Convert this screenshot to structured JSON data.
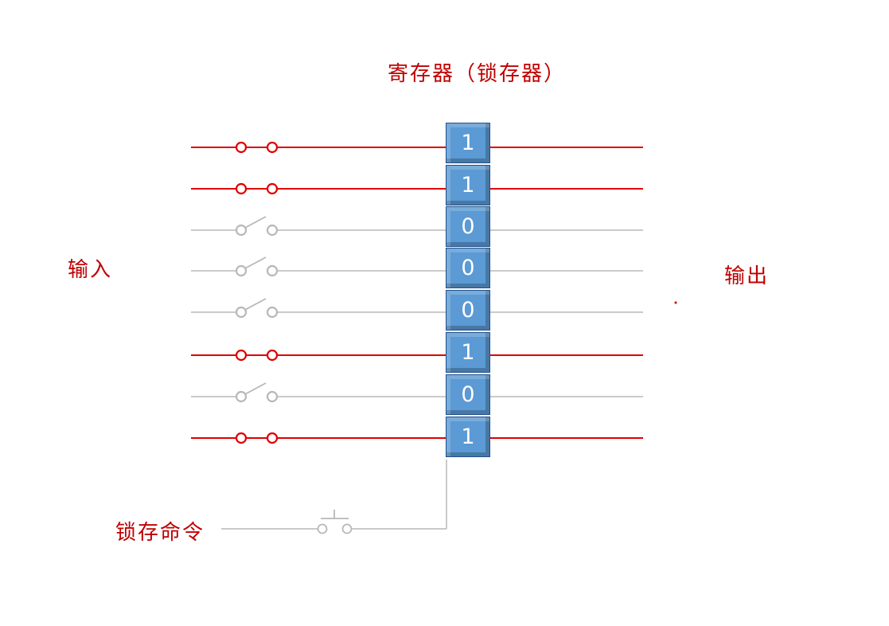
{
  "title": "寄存器（锁存器）",
  "input_label": "输入",
  "output_label": "输出",
  "latch_label": "锁存命令",
  "bits": [
    "1",
    "1",
    "0",
    "0",
    "0",
    "1",
    "0",
    "1"
  ],
  "colors": {
    "active": "#e00000",
    "inactive": "#b8b8b8",
    "label": "#c00000",
    "cell_fill": "#5b9ad4",
    "cell_border": "#23508a"
  }
}
